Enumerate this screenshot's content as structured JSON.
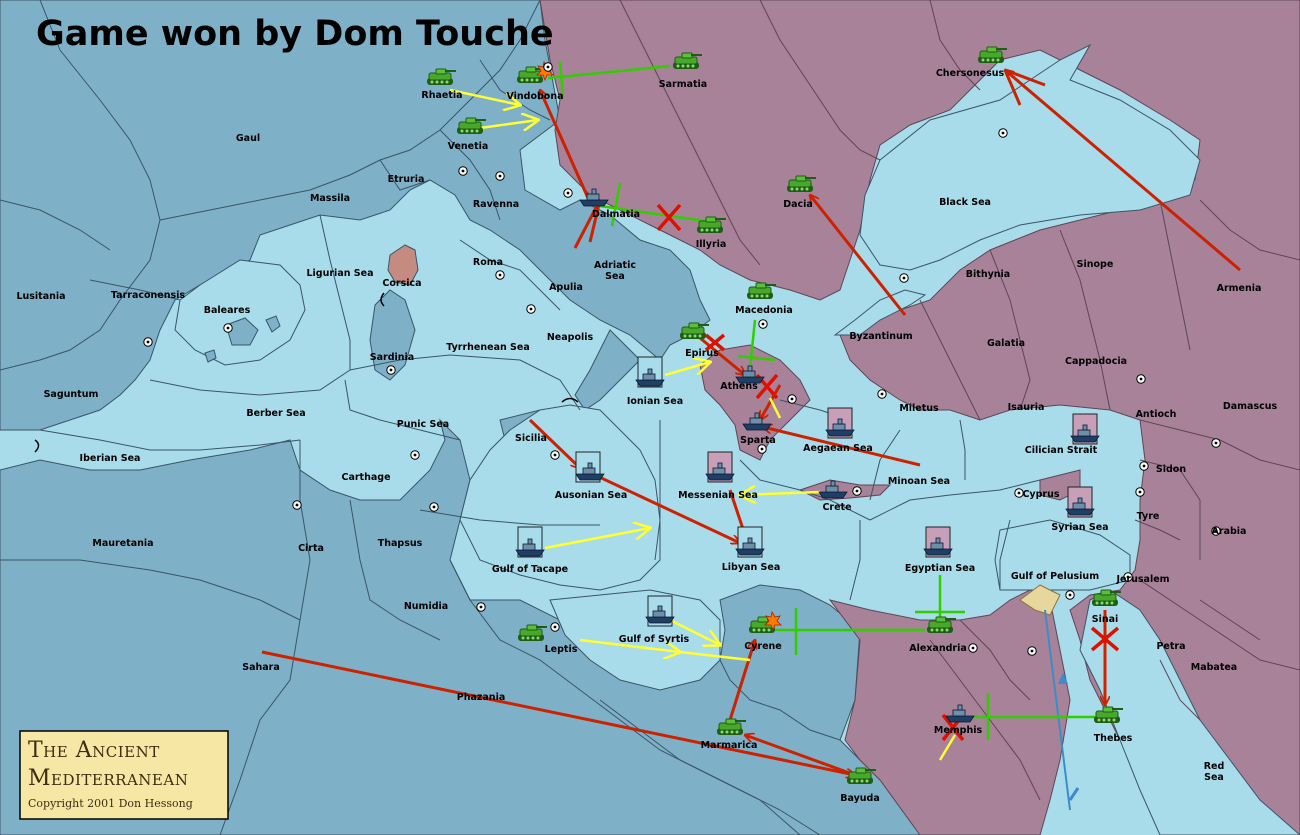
{
  "title": "Game won by Dom Touche",
  "logo": {
    "line1": "The Ancient",
    "line2": "Mediterranean",
    "copyright": "Copyright  2001 Don Hessong"
  },
  "colors": {
    "sea": "#a8dcea",
    "player_blue_land": "#7eb0c8",
    "player_purple_land": "#a88299",
    "order_move": "#cc2200",
    "order_support": "#ffff33",
    "order_hold": "#33cc00"
  },
  "territories": {
    "sea": [
      "Black Sea",
      "Ligurian Sea",
      "Tyrrhenean Sea",
      "Adriatic Sea",
      "Ionian Sea",
      "Aegaean Sea",
      "Punic Sea",
      "Berber Sea",
      "Iberian Sea",
      "Ausonian Sea",
      "Messenian Sea",
      "Minoan Sea",
      "Cilician Strait",
      "Syrian Sea",
      "Egyptian Sea",
      "Libyan Sea",
      "Gulf of Tacape",
      "Gulf of Syrtis",
      "Gulf of Pelusium",
      "Red Sea"
    ],
    "land": [
      "Gaul",
      "Rhaetia",
      "Vindobona",
      "Sarmatia",
      "Chersonesus",
      "Venetia",
      "Etruria",
      "Massila",
      "Ravenna",
      "Dalmatia",
      "Illyria",
      "Dacia",
      "Lusitania",
      "Tarraconensis",
      "Baleares",
      "Corsica",
      "Roma",
      "Apulia",
      "Neapolis",
      "Sardinia",
      "Macedonia",
      "Byzantinum",
      "Bithynia",
      "Sinope",
      "Armenia",
      "Galatia",
      "Cappadocia",
      "Epirus",
      "Athens",
      "Sparta",
      "Miletus",
      "Isauria",
      "Antioch",
      "Damascus",
      "Sidon",
      "Tyre",
      "Cyprus",
      "Crete",
      "Sicilia",
      "Carthage",
      "Saguntum",
      "Thapsus",
      "Cirta",
      "Numidia",
      "Mauretania",
      "Leptis",
      "Cyrene",
      "Alexandria",
      "Jerusalem",
      "Arabia",
      "Sinai",
      "Petra",
      "Mabatea",
      "Memphis",
      "Thebes",
      "Sahara",
      "Phazania",
      "Marmarica",
      "Bayuda"
    ]
  },
  "units": [
    {
      "type": "army",
      "territory": "Rhaetia"
    },
    {
      "type": "army",
      "territory": "Vindobona"
    },
    {
      "type": "army",
      "territory": "Sarmatia"
    },
    {
      "type": "army",
      "territory": "Venetia"
    },
    {
      "type": "army",
      "territory": "Chersonesus"
    },
    {
      "type": "fleet",
      "territory": "Dalmatia"
    },
    {
      "type": "army",
      "territory": "Illyria"
    },
    {
      "type": "army",
      "territory": "Dacia"
    },
    {
      "type": "army",
      "territory": "Macedonia"
    },
    {
      "type": "army",
      "territory": "Epirus"
    },
    {
      "type": "fleet",
      "territory": "Athens"
    },
    {
      "type": "fleet",
      "territory": "Ionian Sea"
    },
    {
      "type": "fleet",
      "territory": "Sparta"
    },
    {
      "type": "fleet",
      "territory": "Aegaean Sea"
    },
    {
      "type": "fleet",
      "territory": "Cilician Strait"
    },
    {
      "type": "fleet",
      "territory": "Messenian Sea"
    },
    {
      "type": "fleet",
      "territory": "Ausonian Sea"
    },
    {
      "type": "fleet",
      "territory": "Crete"
    },
    {
      "type": "fleet",
      "territory": "Syrian Sea"
    },
    {
      "type": "fleet",
      "territory": "Gulf of Tacape"
    },
    {
      "type": "fleet",
      "territory": "Libyan Sea"
    },
    {
      "type": "fleet",
      "territory": "Egyptian Sea"
    },
    {
      "type": "fleet",
      "territory": "Gulf of Syrtis"
    },
    {
      "type": "army",
      "territory": "Leptis"
    },
    {
      "type": "army",
      "territory": "Cyrene"
    },
    {
      "type": "army",
      "territory": "Alexandria"
    },
    {
      "type": "army",
      "territory": "Sinai"
    },
    {
      "type": "army",
      "territory": "Thebes"
    },
    {
      "type": "fleet",
      "territory": "Memphis"
    },
    {
      "type": "army",
      "territory": "Marmarica"
    },
    {
      "type": "army",
      "territory": "Bayuda"
    }
  ]
}
